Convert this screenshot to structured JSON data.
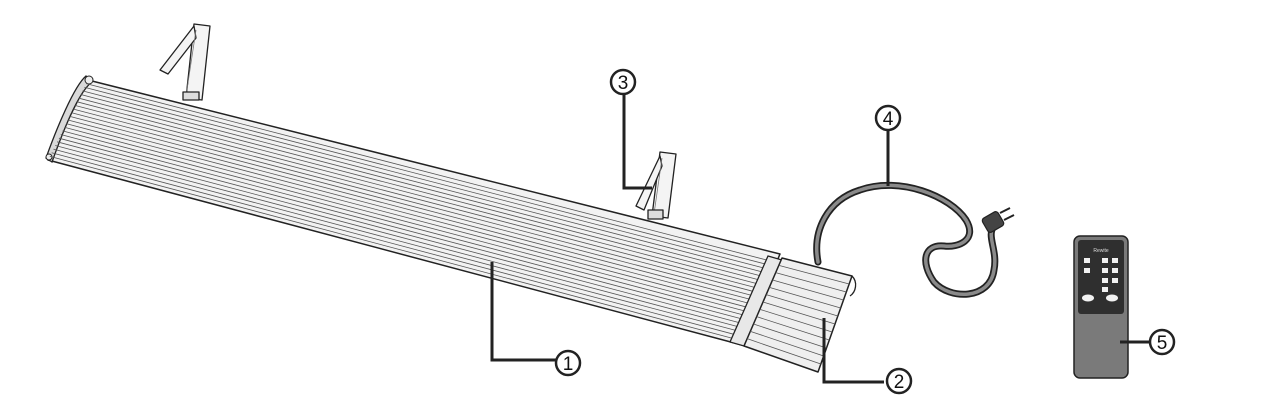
{
  "diagram": {
    "callouts": [
      {
        "id": "1",
        "label": "1"
      },
      {
        "id": "2",
        "label": "2"
      },
      {
        "id": "3",
        "label": "3"
      },
      {
        "id": "4",
        "label": "4"
      },
      {
        "id": "5",
        "label": "5"
      }
    ],
    "remote_brand": "Rewite"
  },
  "colors": {
    "line": "#222222",
    "heater_fill": "#f2f2f2",
    "remote_body": "#7a7a7a",
    "remote_panel": "#2f2f2f",
    "cable": "#3a3a3a"
  }
}
